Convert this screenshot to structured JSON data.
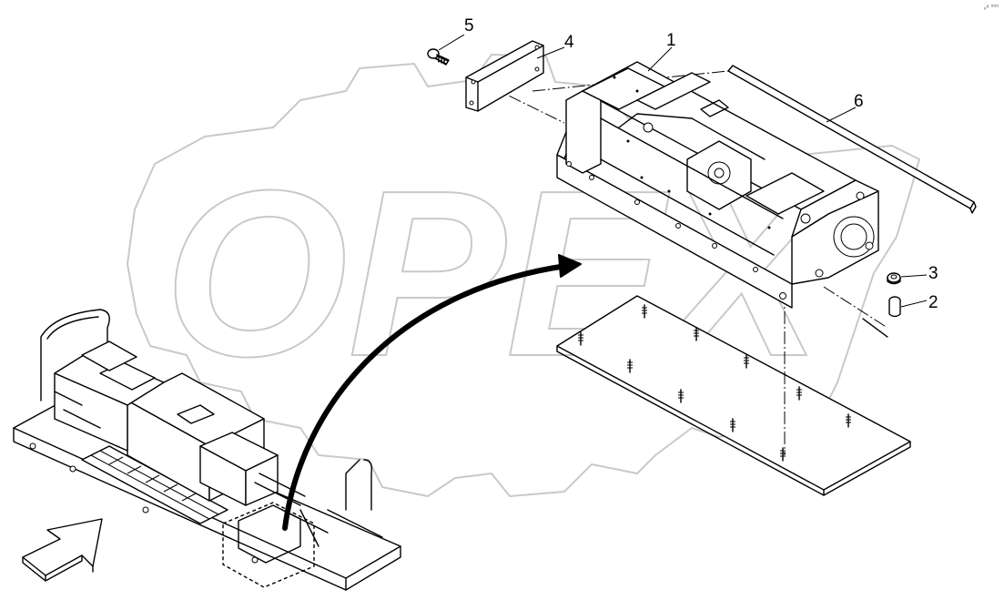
{
  "corner_mark": "₈⁸ ⁰⁰⁰",
  "callouts": [
    {
      "id": "1",
      "text": "1"
    },
    {
      "id": "2",
      "text": "2"
    },
    {
      "id": "3",
      "text": "3"
    },
    {
      "id": "4",
      "text": "4"
    },
    {
      "id": "5",
      "text": "5"
    },
    {
      "id": "6",
      "text": "6"
    }
  ],
  "watermark": "OPEX",
  "colors": {
    "line": "#000000",
    "watermark": "#c9c9c9",
    "background": "#ffffff"
  }
}
